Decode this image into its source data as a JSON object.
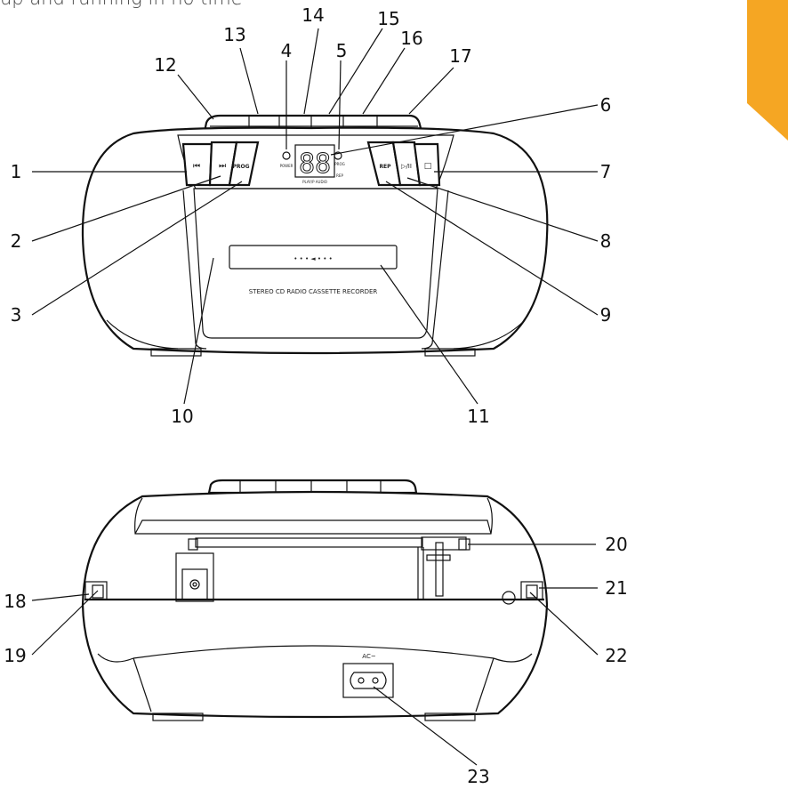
{
  "header": {
    "text": "up and running in no time"
  },
  "accent_color": "#f5a623",
  "callouts": [
    {
      "id": "1",
      "label": "1"
    },
    {
      "id": "2",
      "label": "2"
    },
    {
      "id": "3",
      "label": "3"
    },
    {
      "id": "4",
      "label": "4"
    },
    {
      "id": "5",
      "label": "5"
    },
    {
      "id": "6",
      "label": "6"
    },
    {
      "id": "7",
      "label": "7"
    },
    {
      "id": "8",
      "label": "8"
    },
    {
      "id": "9",
      "label": "9"
    },
    {
      "id": "10",
      "label": "10"
    },
    {
      "id": "11",
      "label": "11"
    },
    {
      "id": "12",
      "label": "12"
    },
    {
      "id": "13",
      "label": "13"
    },
    {
      "id": "14",
      "label": "14"
    },
    {
      "id": "15",
      "label": "15"
    },
    {
      "id": "16",
      "label": "16"
    },
    {
      "id": "17",
      "label": "17"
    },
    {
      "id": "18",
      "label": "18"
    },
    {
      "id": "19",
      "label": "19"
    },
    {
      "id": "20",
      "label": "20"
    },
    {
      "id": "21",
      "label": "21"
    },
    {
      "id": "22",
      "label": "22"
    },
    {
      "id": "23",
      "label": "23"
    }
  ],
  "front_panel": {
    "btn_prev": "⏮",
    "btn_next": "⏭",
    "btn_prog": "PROG",
    "btn_rep": "REP",
    "btn_play": "▷/II",
    "btn_stop": "□",
    "led_power": "POWER",
    "led_prog": "PROG",
    "led_rep": "REP",
    "display_digits": "88",
    "display_caption": "PLAY/P  AUDIO",
    "slot_arrows": "• • • ◄ • • •",
    "model_text": "STEREO CD RADIO CASSETTE RECORDER"
  },
  "rear_panel": {
    "ac_label": "AC~"
  }
}
